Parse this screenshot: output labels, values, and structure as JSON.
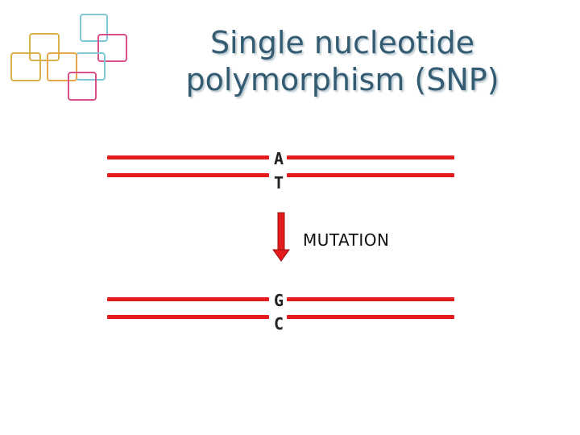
{
  "title": {
    "line1": "Single nucleotide",
    "line2": "polymorphism (SNP)"
  },
  "colors": {
    "title": "#335c73",
    "strand": "#e31b1b",
    "arrow": "#e31b1b",
    "logo_squares": [
      "#7fc6d8",
      "#e8a64a",
      "#d94f8a",
      "#a6c84a",
      "#d8b14a"
    ]
  },
  "before": {
    "top_base": "A",
    "bottom_base": "T"
  },
  "after": {
    "top_base": "G",
    "bottom_base": "C"
  },
  "mutation": {
    "label": "MUTATION",
    "arrow_icon": "down-arrow-icon"
  },
  "logo": {
    "icon": "overlapping-squares-logo"
  }
}
